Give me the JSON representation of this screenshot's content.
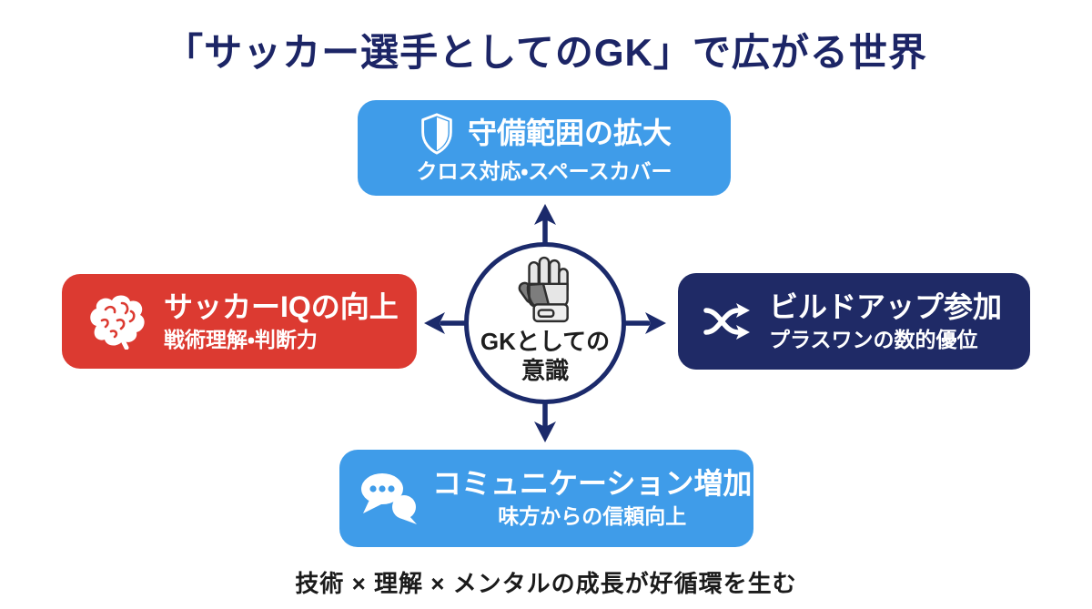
{
  "title": "「サッカー選手としてのGK」で広がる世界",
  "center": {
    "icon": "goalkeeper-glove-icon",
    "label_line1": "GKとしての",
    "label_line2": "意識"
  },
  "nodes": {
    "top": {
      "icon": "shield-icon",
      "title": "守備範囲の拡大",
      "subtitle": "クロス対応・スペースカバー",
      "color": "#3f9ce9"
    },
    "left": {
      "icon": "brain-icon",
      "title": "サッカーIQの向上",
      "subtitle": "戦術理解・判断力",
      "color": "#dc3a31"
    },
    "right": {
      "icon": "shuffle-arrows-icon",
      "title": "ビルドアップ参加",
      "subtitle": "プラスワンの数的優位",
      "color": "#1f2a66"
    },
    "bottom": {
      "icon": "chat-bubbles-icon",
      "title": "コミュニケーション増加",
      "subtitle": "味方からの信頼向上",
      "color": "#3f9ce9"
    }
  },
  "footer": "技術 × 理解 × メンタルの成長が好循環を生む",
  "colors": {
    "title_text": "#1c2566",
    "arrow_navy": "#1b2a6b",
    "light_blue": "#3f9ce9",
    "red": "#dc3a31",
    "navy": "#1f2a66",
    "background": "#ffffff"
  }
}
